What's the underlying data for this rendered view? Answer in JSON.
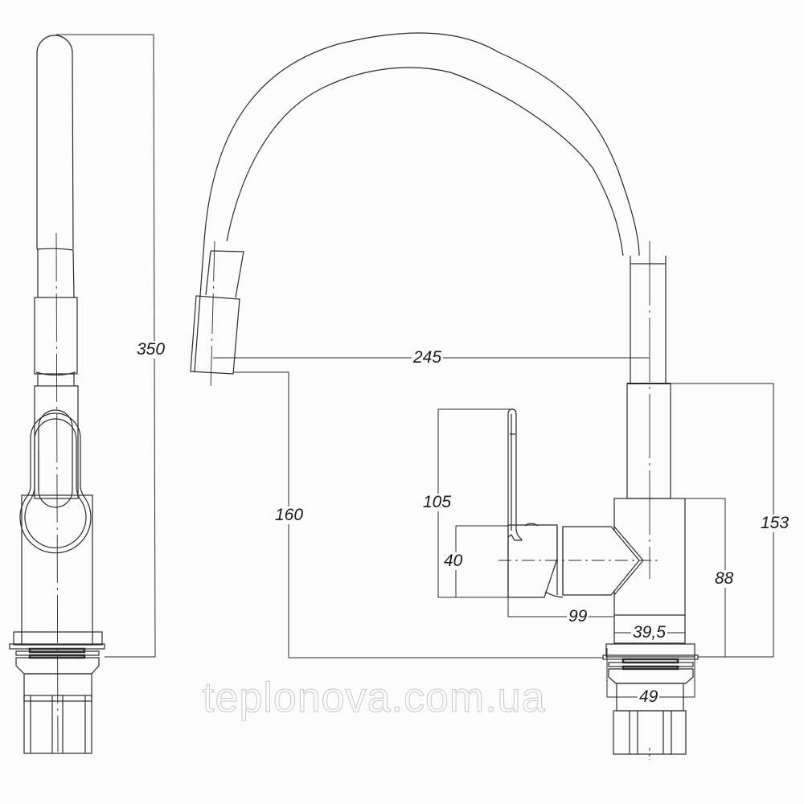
{
  "drawing": {
    "subject": "Kitchen faucet with flexible spout — technical drawing",
    "views": [
      "side-view",
      "front-view"
    ],
    "line_color": "#2a2a2a",
    "background": "#fcfcfd"
  },
  "dimensions": {
    "total_height": "350",
    "spout_reach": "245",
    "spout_outlet_height": "160",
    "handle_height": "105",
    "body_diameter": "40",
    "handle_projection": "99",
    "body_width": "39,5",
    "body_height": "88",
    "column_height": "153",
    "base_diameter": "49"
  },
  "watermark": {
    "text": "teplonova.com.ua"
  }
}
